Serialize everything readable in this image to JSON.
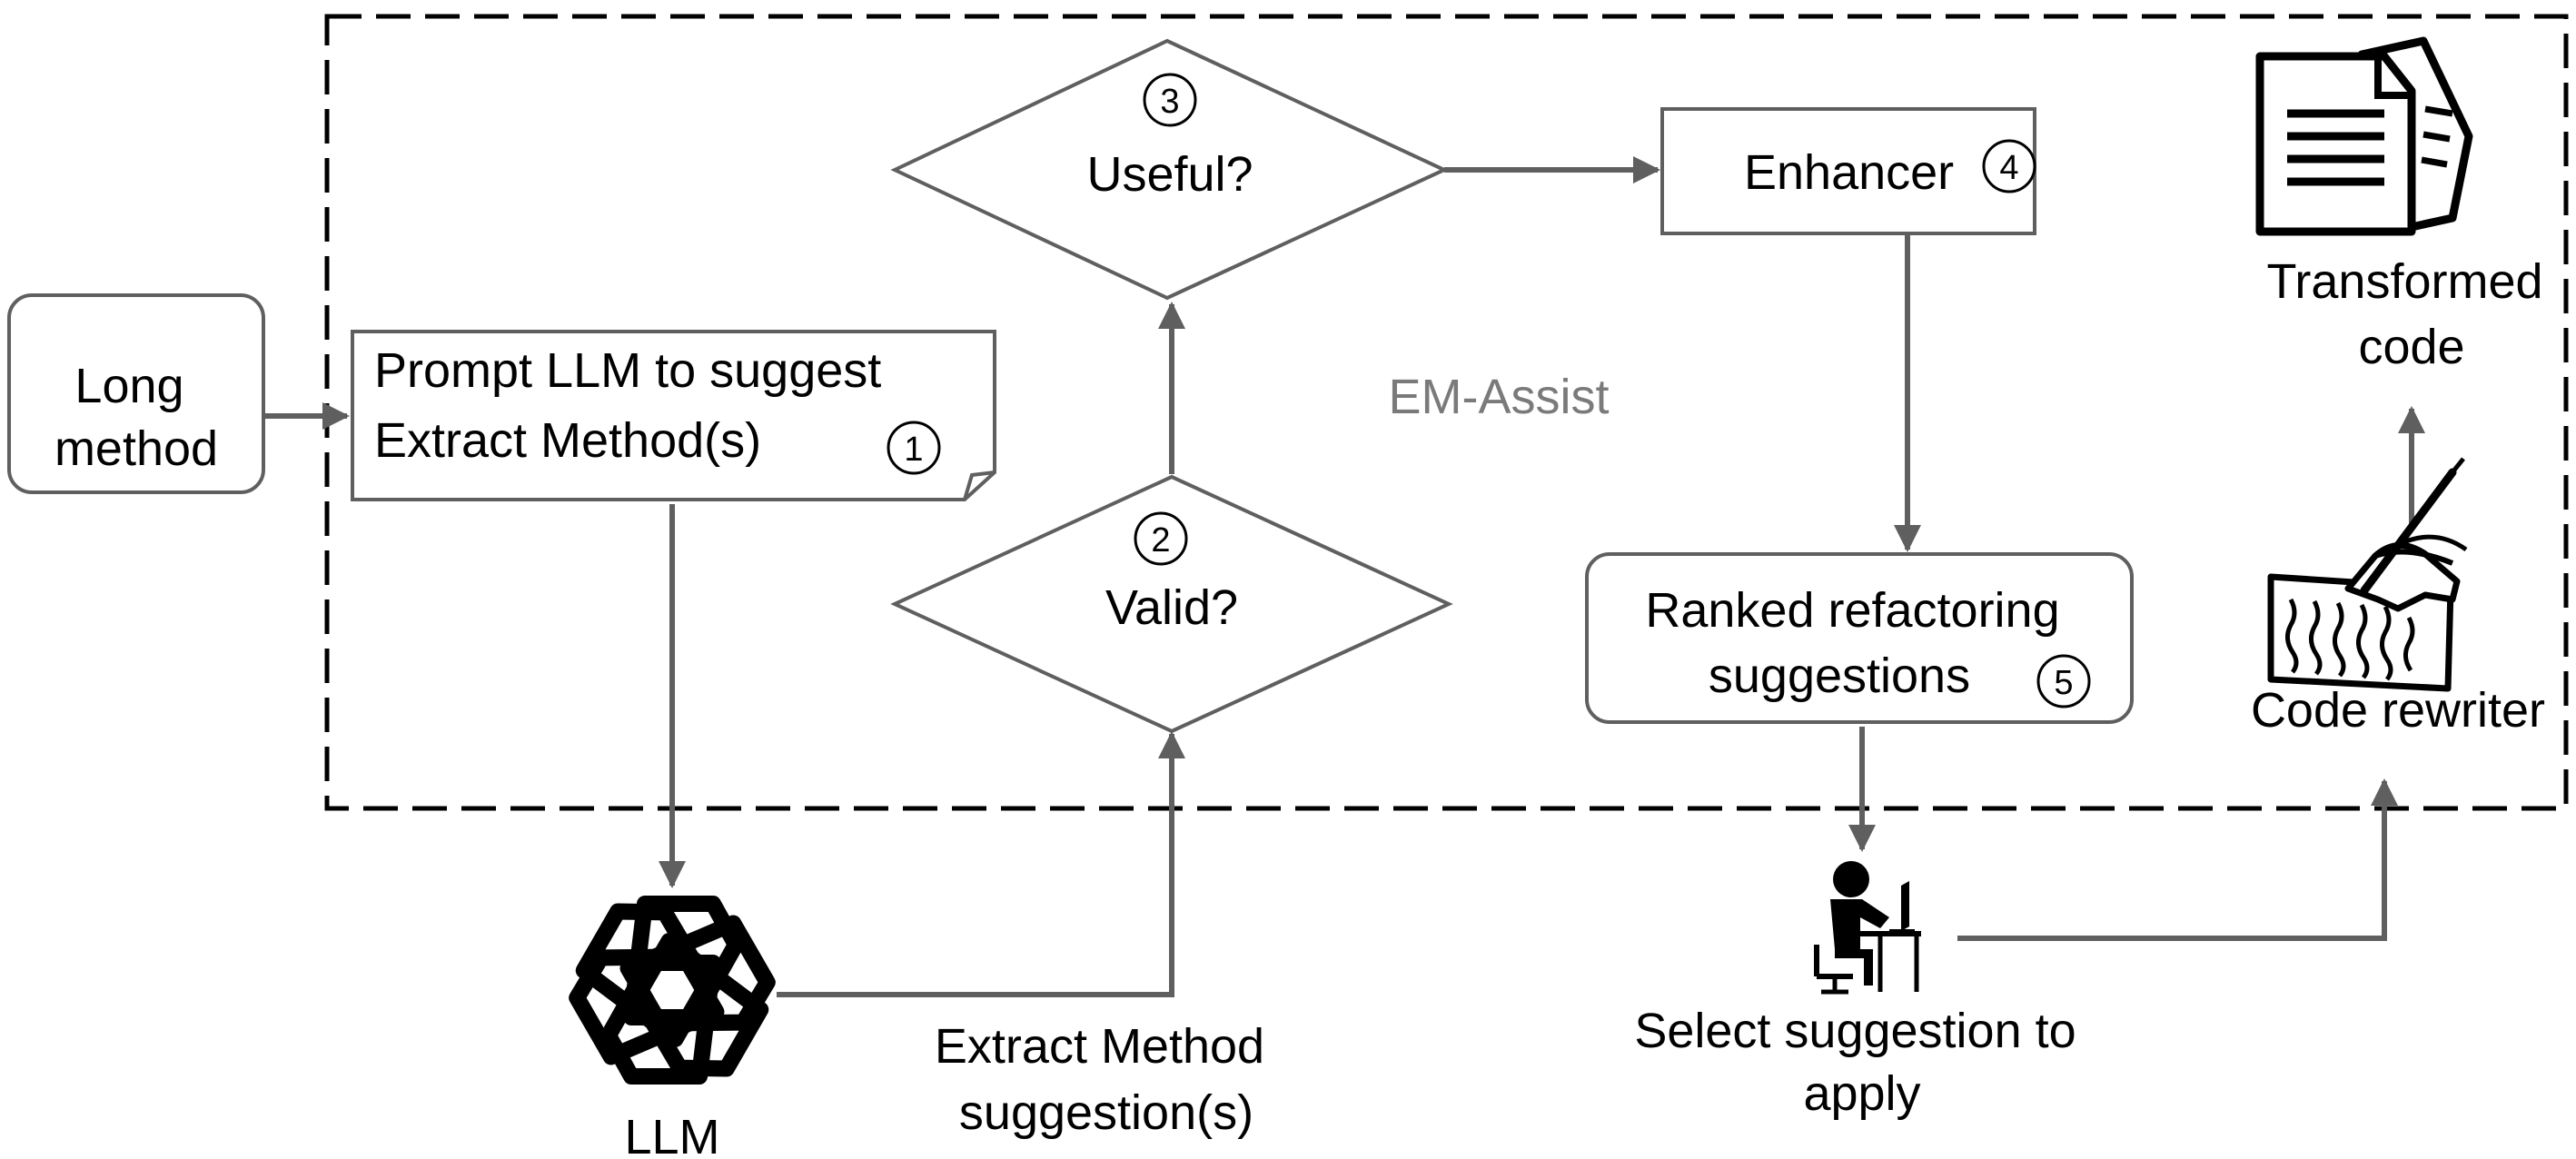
{
  "system_label": "EM-Assist",
  "nodes": {
    "long_method": [
      "Long",
      "method"
    ],
    "prompt": [
      "Prompt LLM to suggest",
      "Extract Method(s)"
    ],
    "prompt_step": "1",
    "valid": "Valid?",
    "valid_step": "2",
    "useful": "Useful?",
    "useful_step": "3",
    "enhancer": "Enhancer",
    "enhancer_step": "4",
    "ranked": [
      "Ranked refactoring",
      "suggestions"
    ],
    "ranked_step": "5",
    "transformed": [
      "Transformed",
      "code"
    ],
    "rewriter": "Code rewriter",
    "llm": "LLM",
    "extract_suggestions": [
      "Extract Method",
      "suggestion(s)"
    ],
    "select": [
      "Select suggestion to",
      "apply"
    ]
  },
  "icons": {
    "llm": "openai-logo-icon",
    "transformed": "documents-icon",
    "rewriter": "hand-writing-icon",
    "user": "person-at-computer-icon"
  }
}
